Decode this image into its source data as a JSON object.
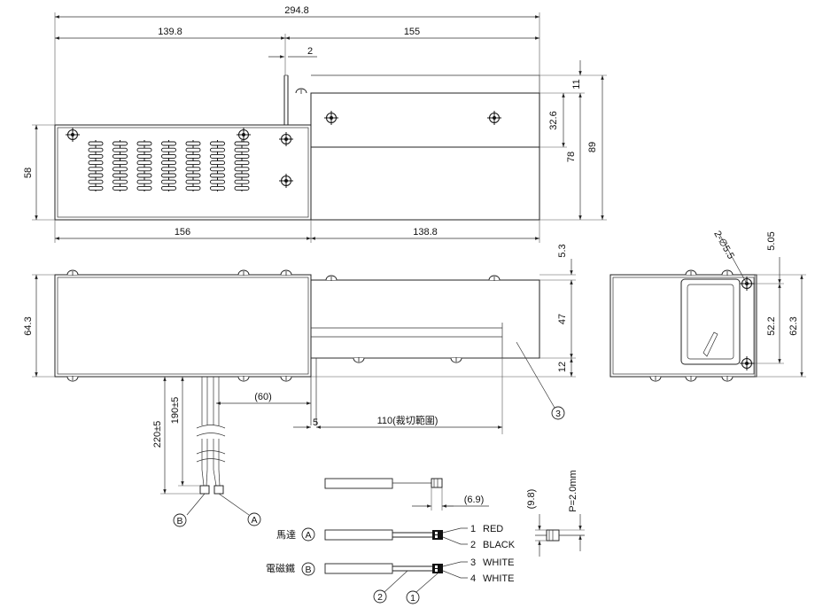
{
  "dimensions": {
    "total_width": "294.8",
    "left_width": "139.8",
    "right_width": "155",
    "gap": "2",
    "top_offset": "11",
    "bracket_height": "32.6",
    "inner_height": "78",
    "total_height": "89",
    "left_height": "58",
    "bottom_left": "156",
    "bottom_right": "138.8",
    "front_height": "64.3",
    "front_top_offset": "5.3",
    "front_tray": "47",
    "front_bottom": "12",
    "wire_offset": "(60)",
    "cut_offset": "5",
    "cut_range": "110(裁切範圍)",
    "wire_long": "220±5",
    "wire_short": "190±5",
    "side_hole": "2-∅5.5",
    "side_top": "5.05",
    "side_inner": "52.2",
    "side_total": "62.3",
    "connector_length": "(6.9)",
    "pin_height": "(9.8)",
    "pitch": "P=2.0mm"
  },
  "callouts": {
    "a": "A",
    "b": "B",
    "c1": "1",
    "c2": "2",
    "c3": "3"
  },
  "wiring": {
    "motor_label": "馬達",
    "solenoid_label": "電磁鐵",
    "pins": [
      {
        "num": "1",
        "color": "RED"
      },
      {
        "num": "2",
        "color": "BLACK"
      },
      {
        "num": "3",
        "color": "WHITE"
      },
      {
        "num": "4",
        "color": "WHITE"
      }
    ]
  }
}
